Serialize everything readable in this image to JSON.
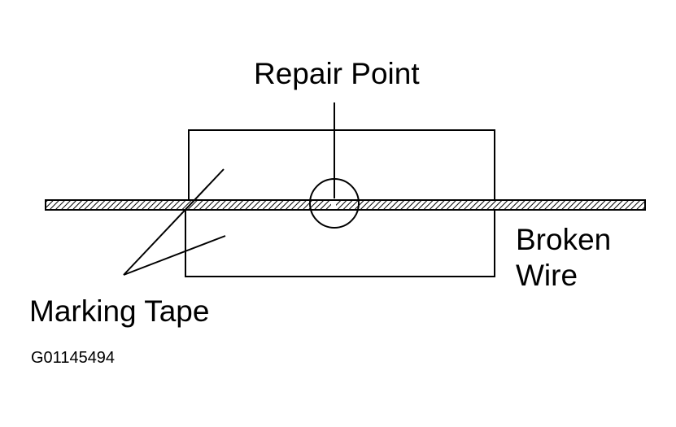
{
  "labels": {
    "repair_point": "Repair Point",
    "broken_wire_line1": "Broken",
    "broken_wire_line2": "Wire",
    "marking_tape": "Marking Tape",
    "figure_code": "G01145494"
  }
}
